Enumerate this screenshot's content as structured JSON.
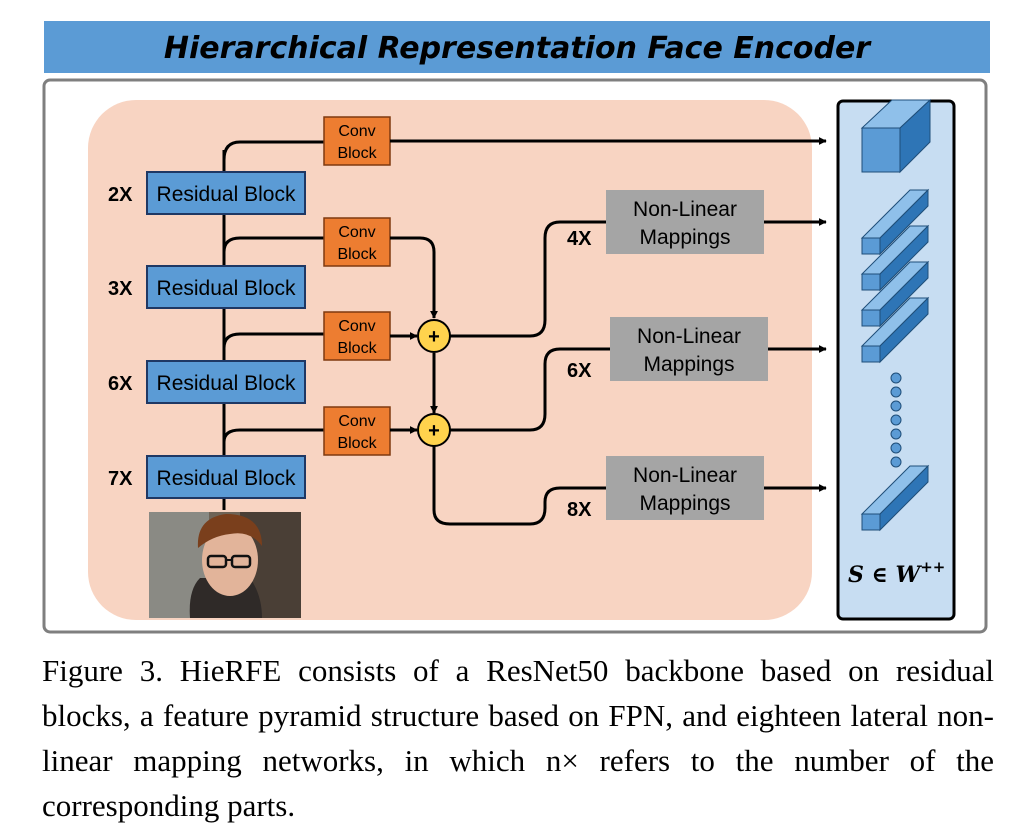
{
  "title": "Hierarchical Representation Face Encoder",
  "residual_blocks": [
    {
      "repeat": "2X",
      "label": "Residual Block"
    },
    {
      "repeat": "3X",
      "label": "Residual Block"
    },
    {
      "repeat": "6X",
      "label": "Residual Block"
    },
    {
      "repeat": "7X",
      "label": "Residual Block"
    }
  ],
  "conv_blocks": [
    {
      "line1": "Conv",
      "line2": "Block"
    },
    {
      "line1": "Conv",
      "line2": "Block"
    },
    {
      "line1": "Conv",
      "line2": "Block"
    },
    {
      "line1": "Conv",
      "line2": "Block"
    }
  ],
  "add_symbol": "+",
  "mappings": [
    {
      "repeat": "4X",
      "line1": "Non-Linear",
      "line2": "Mappings"
    },
    {
      "repeat": "6X",
      "line1": "Non-Linear",
      "line2": "Mappings"
    },
    {
      "repeat": "8X",
      "line1": "Non-Linear",
      "line2": "Mappings"
    }
  ],
  "output_formula": "S ∈ W",
  "output_formula_sup": "++",
  "caption": "Figure 3. HieRFE consists of a ResNet50 backbone based on residual blocks, a feature pyramid structure based on FPN, and eighteen lateral non-linear mapping networks, in which n× refers to the number of the corresponding parts.",
  "colors": {
    "title_bar": "#5b9bd5",
    "encoder_bg": "#f8d4c2",
    "residual_block": "#5b9bd5",
    "conv_block": "#ed7d31",
    "add_node": "#ffd34d",
    "mapping_block": "#a5a5a5",
    "latent_panel": "#c7ddf2"
  }
}
